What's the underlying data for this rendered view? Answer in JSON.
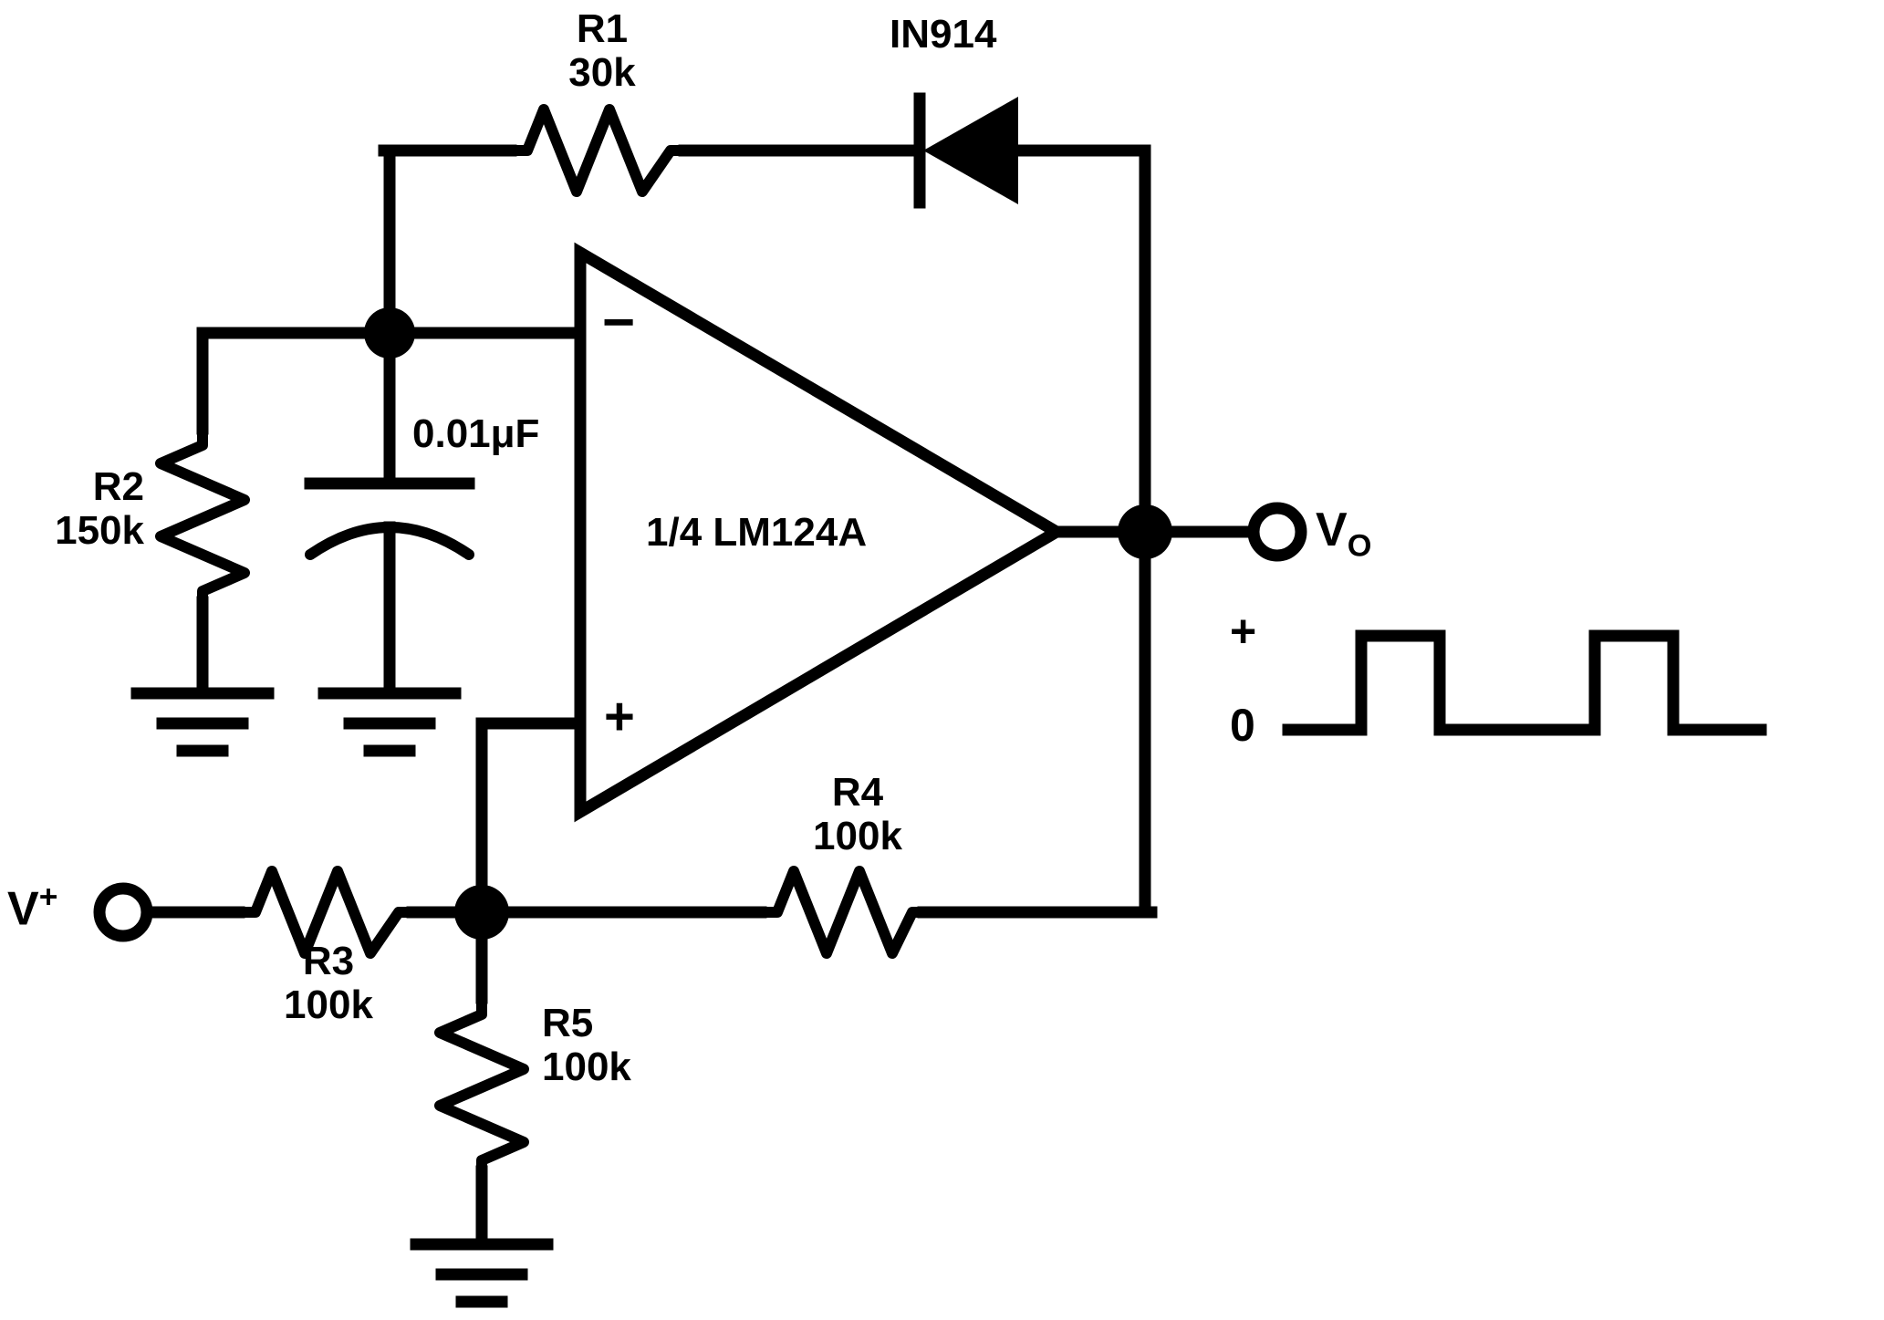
{
  "diagram": {
    "title": "LM124A op-amp free-running pulse generator schematic",
    "ink_color": "#000000",
    "background_color": "#ffffff"
  },
  "components": {
    "r1": {
      "ref": "R1",
      "value": "30k",
      "icon": "resistor-icon"
    },
    "r2": {
      "ref": "R2",
      "value": "150k",
      "icon": "resistor-icon"
    },
    "r3": {
      "ref": "R3",
      "value": "100k",
      "icon": "resistor-icon"
    },
    "r4": {
      "ref": "R4",
      "value": "100k",
      "icon": "resistor-icon"
    },
    "r5": {
      "ref": "R5",
      "value": "100k",
      "icon": "resistor-icon"
    },
    "c1": {
      "value": "0.01",
      "unit": "μF",
      "icon": "capacitor-icon"
    },
    "d1": {
      "ref": "IN914",
      "icon": "diode-icon"
    },
    "opamp": {
      "label": "1/4 LM124A",
      "minus": "−",
      "plus": "+",
      "icon": "opamp-icon"
    },
    "gnd1": {
      "icon": "ground-icon"
    },
    "gnd2": {
      "icon": "ground-icon"
    },
    "gnd3": {
      "icon": "ground-icon"
    }
  },
  "terminals": {
    "vplus": {
      "name": "V",
      "superscript": "+"
    },
    "vout": {
      "name": "V",
      "subscript": "O"
    }
  },
  "waveform": {
    "plus_label": "+",
    "zero_label": "0"
  },
  "chart_data": {
    "type": "line",
    "title": "Output waveform V_O",
    "xlabel": "",
    "ylabel": "",
    "grid": false,
    "legend": null,
    "ylim": [
      0,
      1
    ],
    "ytick_labels": [
      "0",
      "+"
    ],
    "ytick_values": [
      0,
      1
    ],
    "x": [
      0,
      90,
      90,
      175,
      175,
      345,
      345,
      430,
      430,
      520
    ],
    "y": [
      0,
      0,
      1,
      1,
      0,
      0,
      1,
      1,
      0,
      0
    ],
    "description": "Rectangular pulse train, low baseline 0, two positive pulses"
  }
}
